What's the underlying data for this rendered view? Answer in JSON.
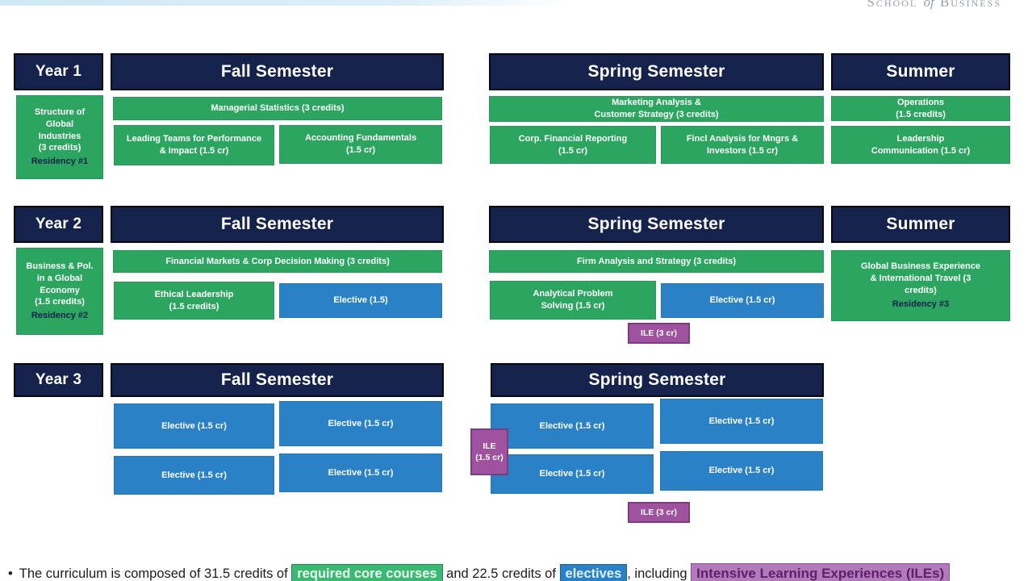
{
  "brand": {
    "word1": "School",
    "word2": "of",
    "word3": "Business"
  },
  "colors": {
    "navy_header": "#14224c",
    "core_green": "#2ba55f",
    "elective_blue": "#2b81c5",
    "ile_purple": "#9f529d",
    "topbar_blue": "#cfe9f5",
    "brand_gray": "#9aa0a8"
  },
  "year1": {
    "label": "Year 1",
    "fall_header": "Fall Semester",
    "spring_header": "Spring Semester",
    "summer_header": "Summer",
    "residency_block": {
      "title": "Structure of\nGlobal\nIndustries\n(3 credits)",
      "residency": "Residency #1"
    },
    "fall": {
      "full": "Managerial Statistics (3 credits)",
      "left": "Leading Teams for Performance\n& Impact (1.5 cr)",
      "right": "Accounting Fundamentals\n(1.5 cr)"
    },
    "spring": {
      "full": "Marketing Analysis &\nCustomer Strategy (3 credits)",
      "left": "Corp. Financial Reporting\n(1.5 cr)",
      "right": "Fincl Analysis for Mngrs &\nInvestors (1.5 cr)"
    },
    "summer": {
      "top": "Operations\n(1.5 credits)",
      "bottom": "Leadership\nCommunication (1.5 cr)"
    }
  },
  "year2": {
    "label": "Year 2",
    "fall_header": "Fall Semester",
    "spring_header": "Spring Semester",
    "summer_header": "Summer",
    "residency_block": {
      "title": "Business & Pol.\nin a Global\nEconomy\n(1.5 credits)",
      "residency": "Residency #2"
    },
    "fall": {
      "full": "Financial Markets & Corp Decision Making (3 credits)",
      "left": "Ethical Leadership\n(1.5 credits)",
      "right": "Elective (1.5)"
    },
    "spring": {
      "full": "Firm Analysis and Strategy (3 credits)",
      "left": "Analytical Problem\nSolving (1.5 cr)",
      "right": "Elective (1.5 cr)",
      "ile": "ILE (3 cr)"
    },
    "summer": {
      "title": "Global Business Experience\n& International Travel (3\ncredits)",
      "residency": "Residency #3"
    }
  },
  "year3": {
    "label": "Year 3",
    "fall_header": "Fall Semester",
    "spring_header": "Spring Semester",
    "fall": {
      "e1": "Elective (1.5 cr)",
      "e2": "Elective (1.5 cr)",
      "e3": "Elective (1.5 cr)",
      "e4": "Elective (1.5 cr)"
    },
    "spring": {
      "e1": "Elective (1.5 cr)",
      "e2": "Elective (1.5 cr)",
      "e3": "Elective (1.5 cr)",
      "e4": "Elective (1.5 cr)",
      "ile_bottom": "ILE (3 cr)"
    },
    "ile_mid": "ILE\n(1.5 cr)"
  },
  "note": {
    "bullet": "•",
    "pre": "The curriculum is composed of 31.5 credits of ",
    "green_highlight": "required core courses",
    "mid": " and 22.5 credits of ",
    "blue_highlight": "electives",
    "mid2": ", including ",
    "purple_highlight": "Intensive Learning Experiences (ILEs)"
  }
}
